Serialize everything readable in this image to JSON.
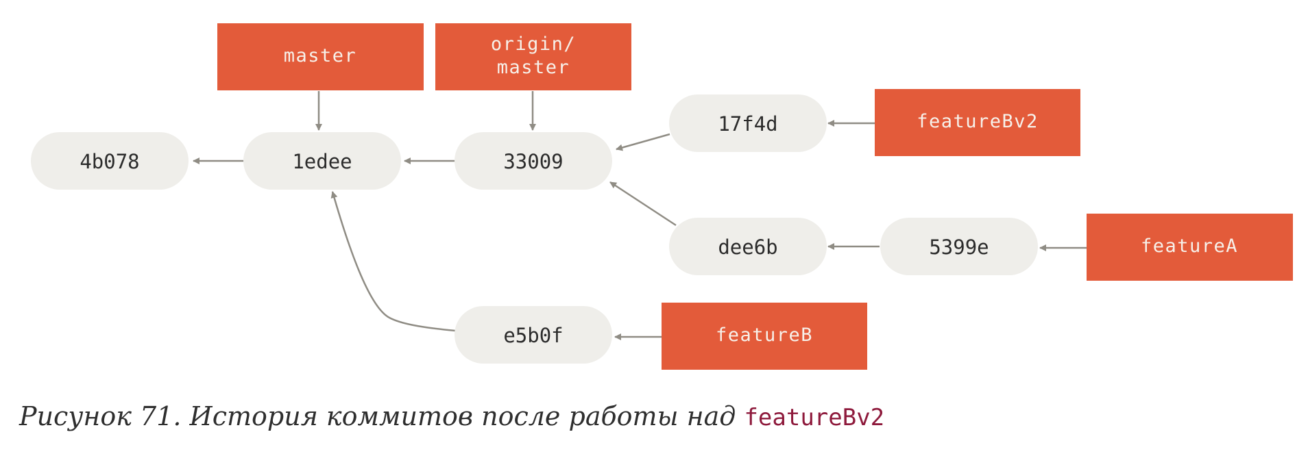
{
  "commits": {
    "c4b078": "4b078",
    "c1edee": "1edee",
    "c33009": "33009",
    "c17f4d": "17f4d",
    "cdee6b": "dee6b",
    "c5399e": "5399e",
    "ce5b0f": "e5b0f"
  },
  "branches": {
    "master": "master",
    "origin_master_line1": "origin/",
    "origin_master_line2": "master",
    "featureBv2": "featureBv2",
    "featureA": "featureA",
    "featureB": "featureB"
  },
  "caption": {
    "text": "Рисунок 71. История коммитов после работы над ",
    "code": "featureBv2"
  },
  "colors": {
    "branch_fill": "#e35b3a",
    "commit_fill": "#efeeea",
    "arrow": "#8f8c84",
    "caption_code": "#8e1a3c"
  }
}
